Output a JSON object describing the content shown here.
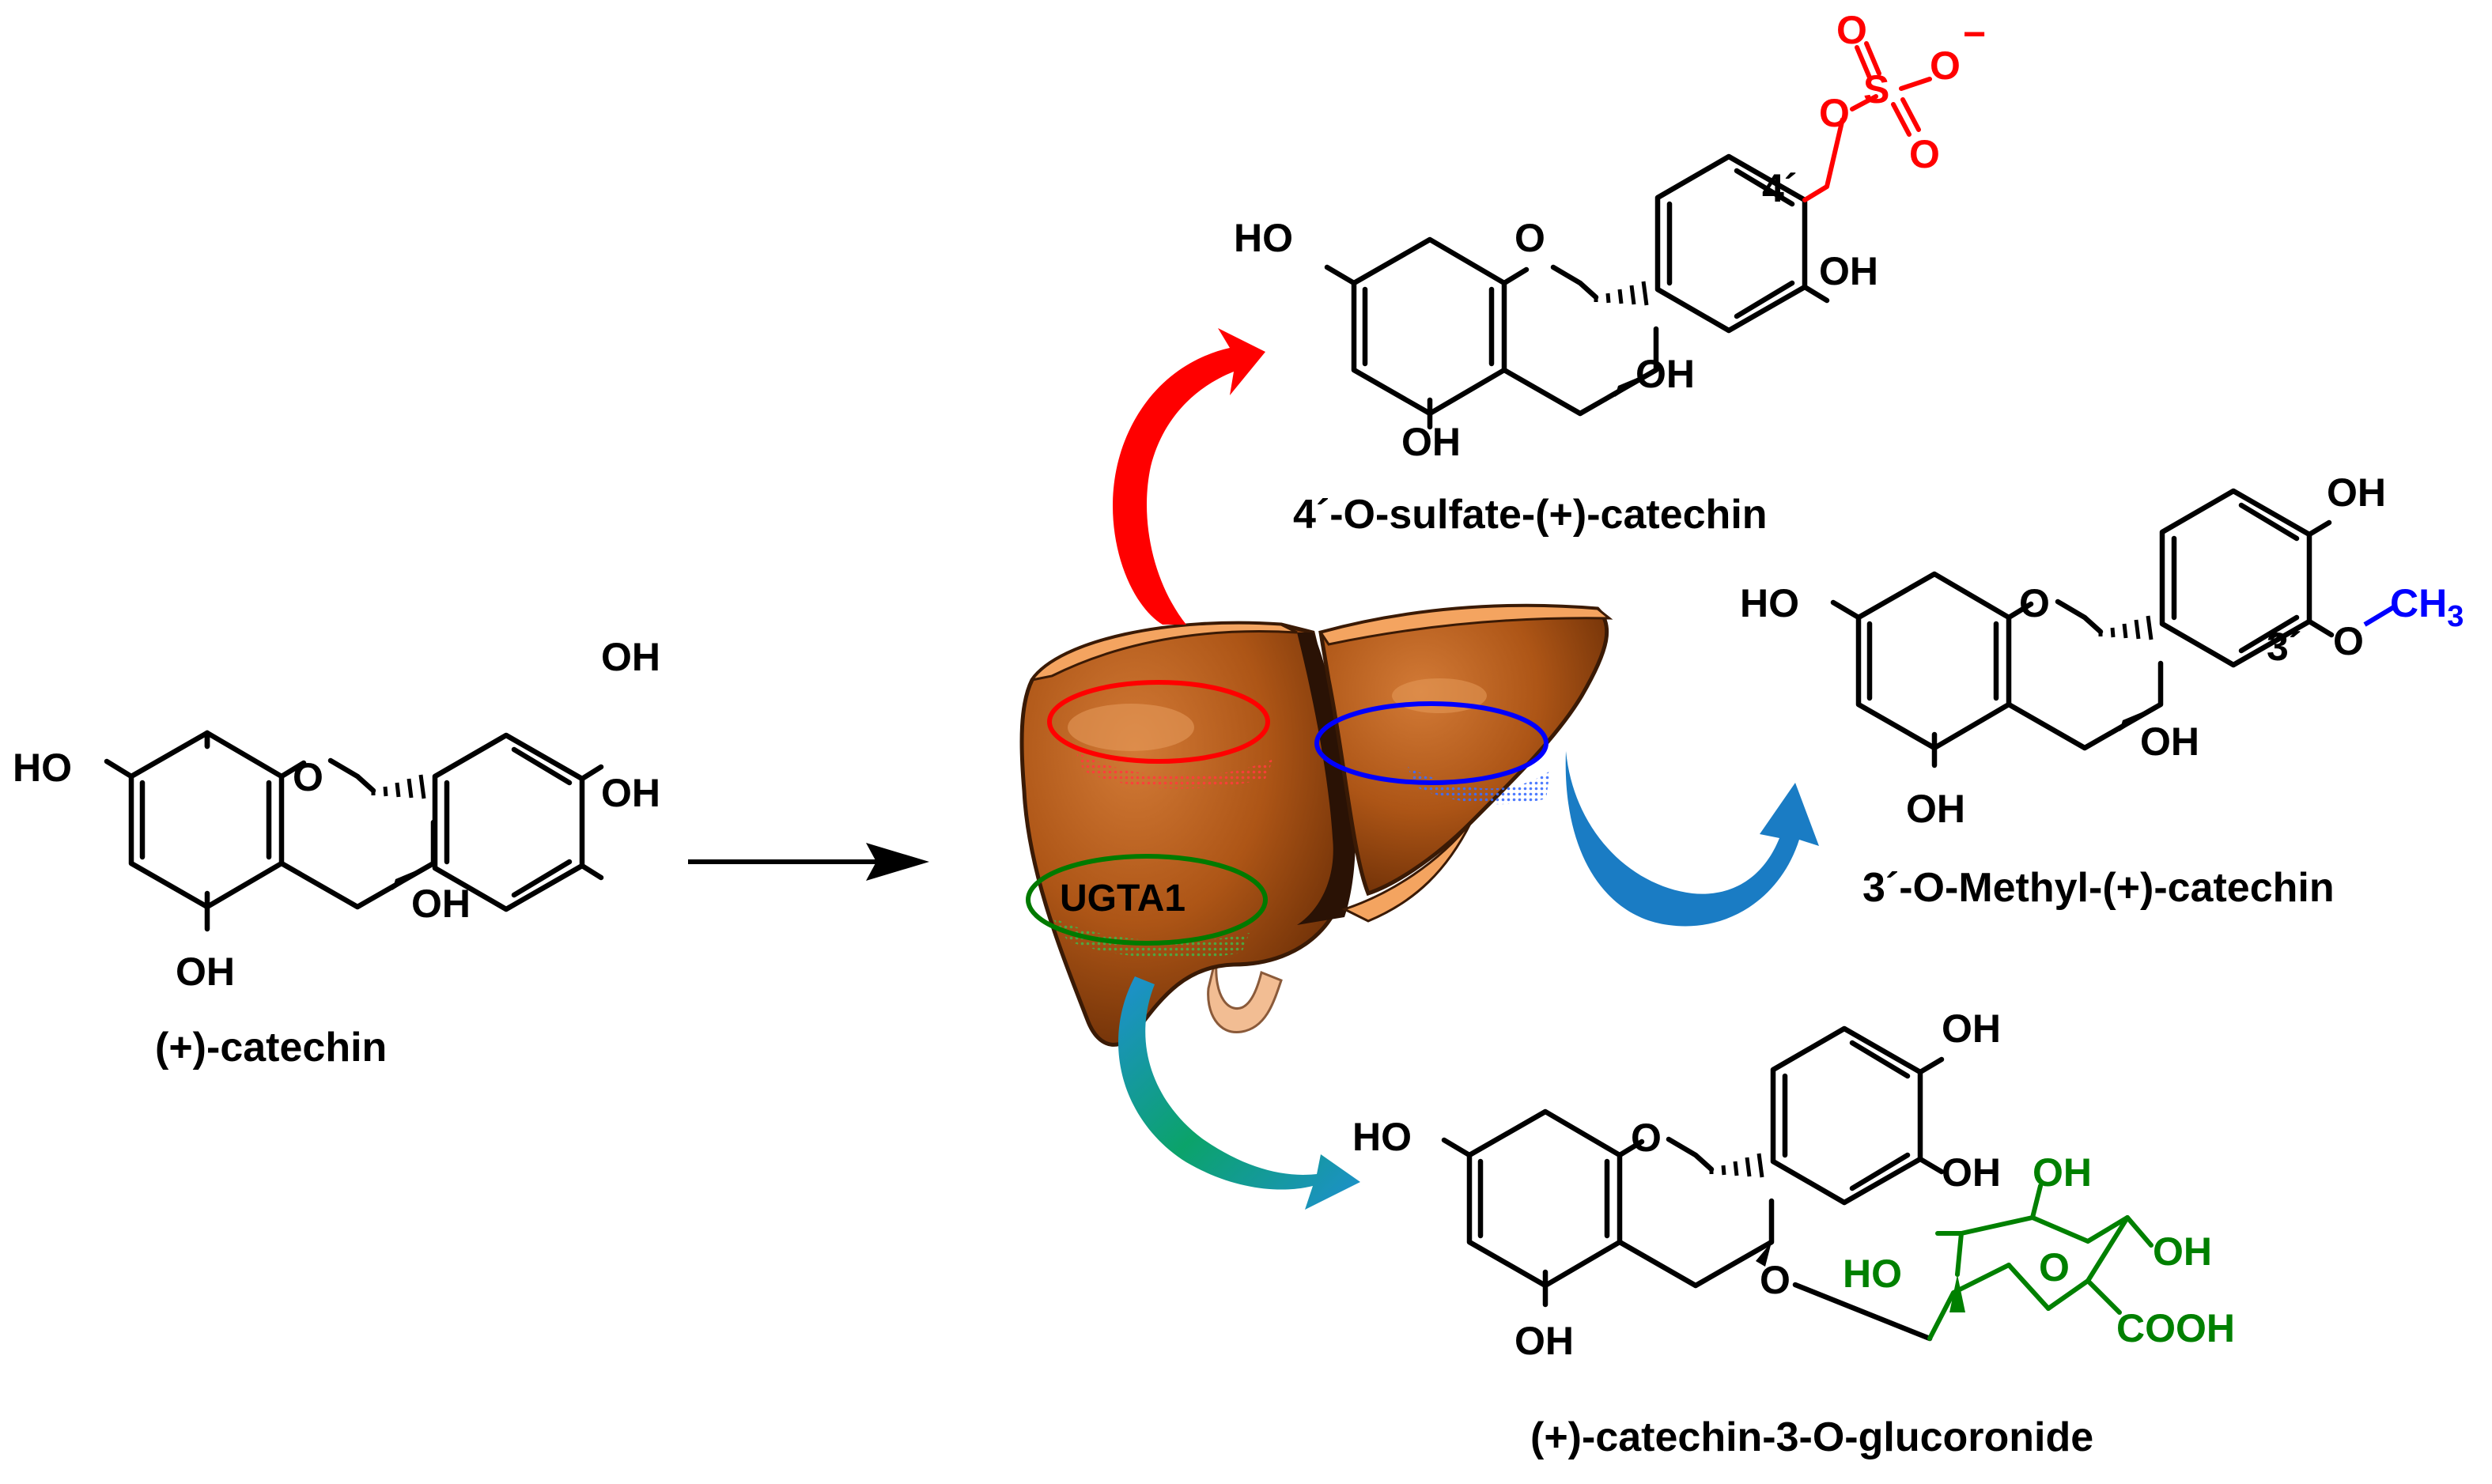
{
  "compounds": {
    "catechin": {
      "name": "(+)-catechin",
      "oh_7": "HO",
      "oh_5": "OH",
      "oh_3": "OH",
      "oh_3p": "OH",
      "oh_4p": "OH",
      "ring_o": "O"
    },
    "sulfate": {
      "name": "4´-O-sulfate-(+)-catechin",
      "oh_7": "HO",
      "oh_5": "OH",
      "oh_3": "OH",
      "oh_3p": "OH",
      "ring_o": "O",
      "position_label": "4´",
      "sulfo": {
        "o_bridge": "O",
        "s": "S",
        "o_top": "O",
        "o_right": "O",
        "o_bottom": "O",
        "charge": "−"
      }
    },
    "methyl": {
      "name": "3´-O-Methyl-(+)-catechin",
      "oh_7": "HO",
      "oh_5": "OH",
      "oh_3": "OH",
      "oh_4p": "OH",
      "ring_o": "O",
      "position_label": "3´",
      "o_methoxy": "O",
      "ch3_main": "CH",
      "ch3_sub": "3"
    },
    "glucuronide": {
      "name": "(+)-catechin-3-O-glucoronide",
      "oh_7": "HO",
      "oh_5": "OH",
      "oh_3p": "OH",
      "oh_4p": "OH",
      "ring_o": "O",
      "o_link": "O",
      "sugar": {
        "ho_left": "HO",
        "oh_top": "OH",
        "oh_right": "OH",
        "ring_o": "O",
        "cooh": "COOH"
      }
    }
  },
  "liver": {
    "enzyme_label": "UGTA1"
  },
  "colors": {
    "sulfation": "#ff0000",
    "methylation": "#0000ff",
    "glucuronidation": "#008000",
    "blue_arrow": "#1a7cc4",
    "green_arrow": "#00a050",
    "liver": "#b05a1a",
    "liver_edge": "#f4a460"
  }
}
